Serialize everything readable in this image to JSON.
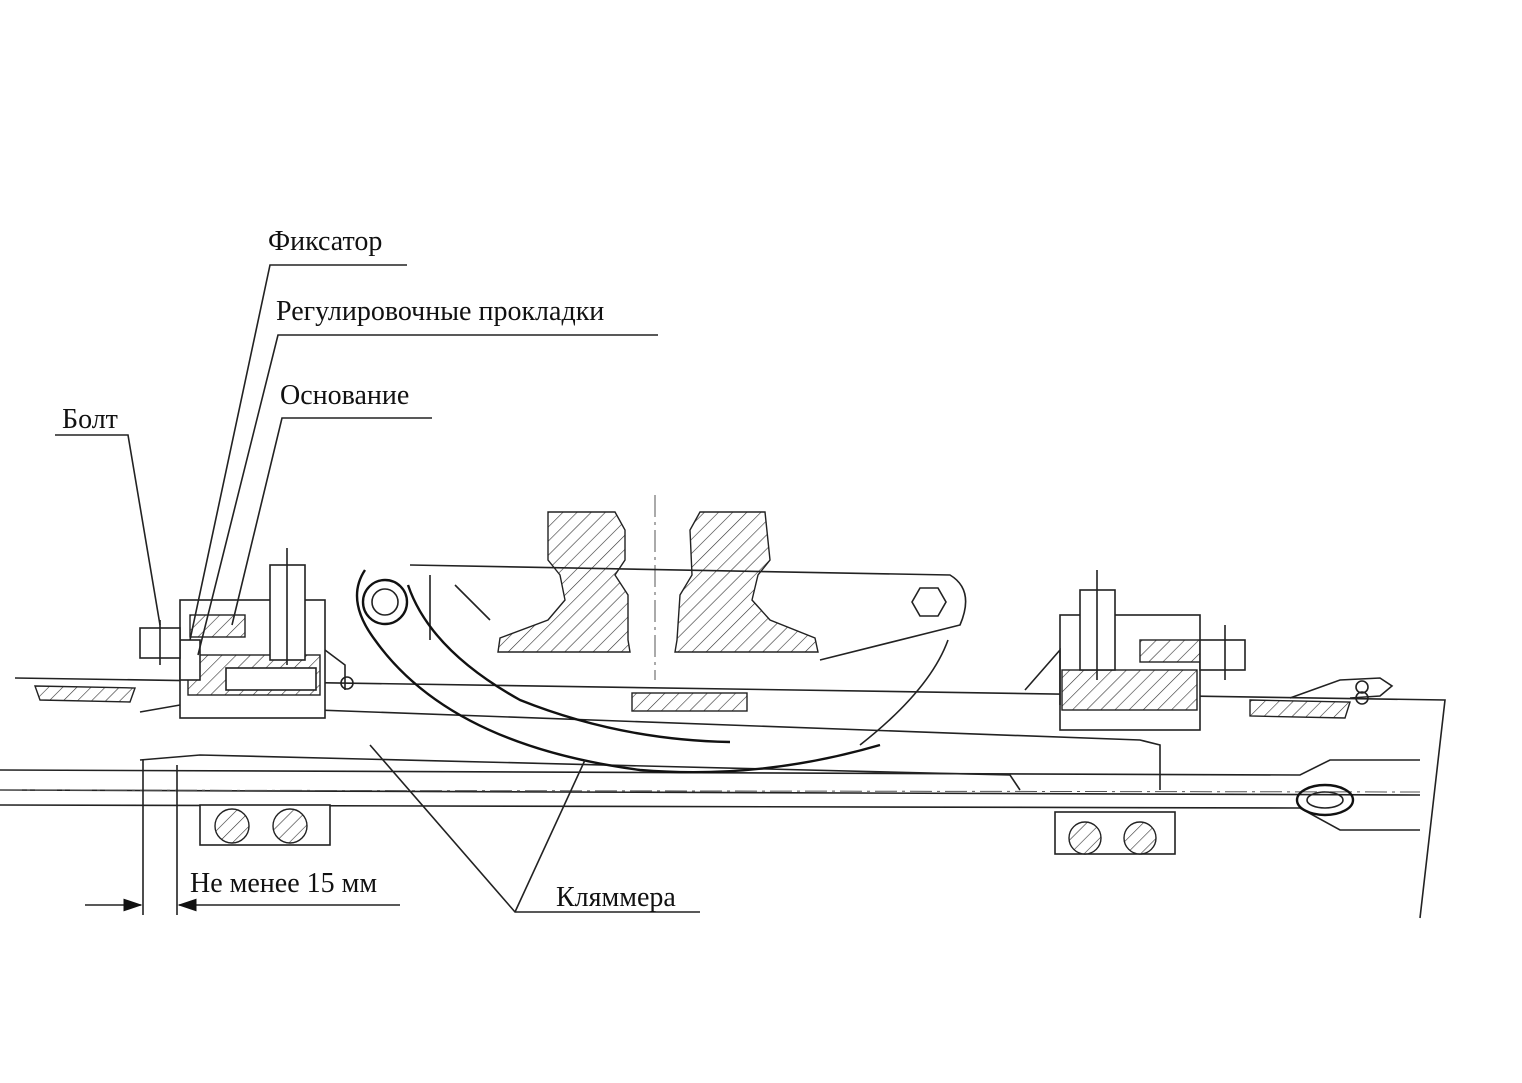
{
  "labels": {
    "fiksator": "Фиксатор",
    "reg_prokladki": "Регулировочные прокладки",
    "osnovanie": "Основание",
    "bolt": "Болт",
    "ne_menee": "Не менее 15 мм",
    "klyammera": "Кляммера"
  },
  "colors": {
    "line": "#222222",
    "background": "#ffffff"
  }
}
